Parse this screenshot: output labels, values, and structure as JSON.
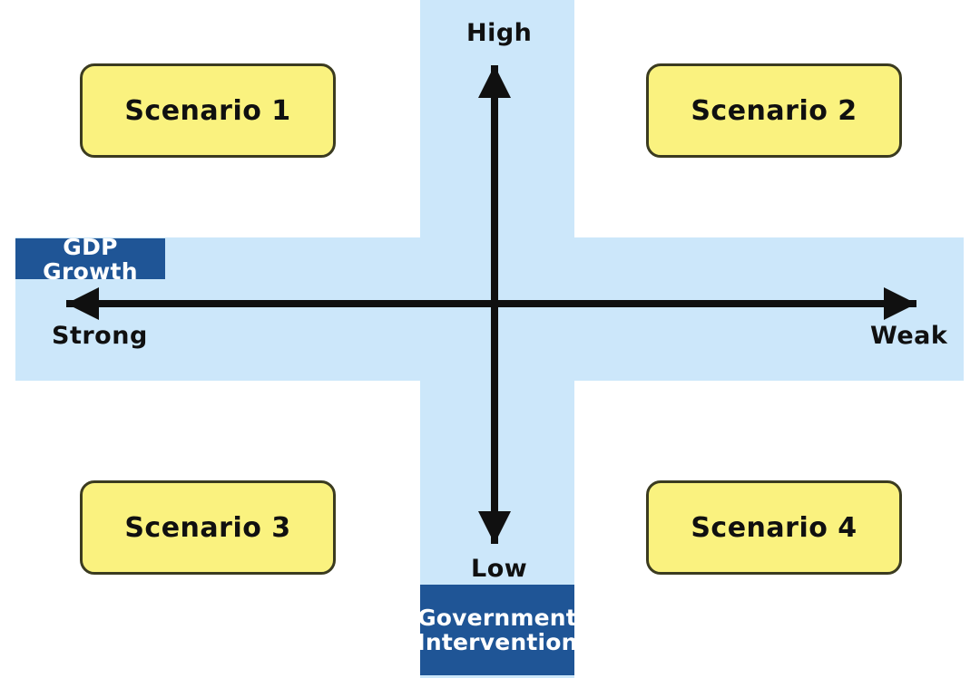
{
  "diagram": {
    "type": "two-by-two-scenario-matrix",
    "title": "",
    "colors": {
      "band": "#cce7fa",
      "badge": "#1f5596",
      "badge_text": "#ffffff",
      "scenario_fill": "#faf27f",
      "scenario_border": "#3b3b20",
      "axis_line": "#101010",
      "background": "#ffffff"
    },
    "axes": {
      "horizontal": {
        "title": "GDP Growth",
        "left_pole": "Strong",
        "right_pole": "Weak"
      },
      "vertical": {
        "title": "Government Intervention",
        "title_line_1": "Government",
        "title_line_2": "Intervention",
        "top_pole": "High",
        "bottom_pole": "Low"
      }
    },
    "quadrants": [
      {
        "id": "scenario-1",
        "label": "Scenario 1",
        "position": "top-left",
        "gdp_growth": "Strong",
        "government_intervention": "High"
      },
      {
        "id": "scenario-2",
        "label": "Scenario 2",
        "position": "top-right",
        "gdp_growth": "Weak",
        "government_intervention": "High"
      },
      {
        "id": "scenario-3",
        "label": "Scenario 3",
        "position": "bottom-left",
        "gdp_growth": "Strong",
        "government_intervention": "Low"
      },
      {
        "id": "scenario-4",
        "label": "Scenario 4",
        "position": "bottom-right",
        "gdp_growth": "Weak",
        "government_intervention": "Low"
      }
    ]
  }
}
